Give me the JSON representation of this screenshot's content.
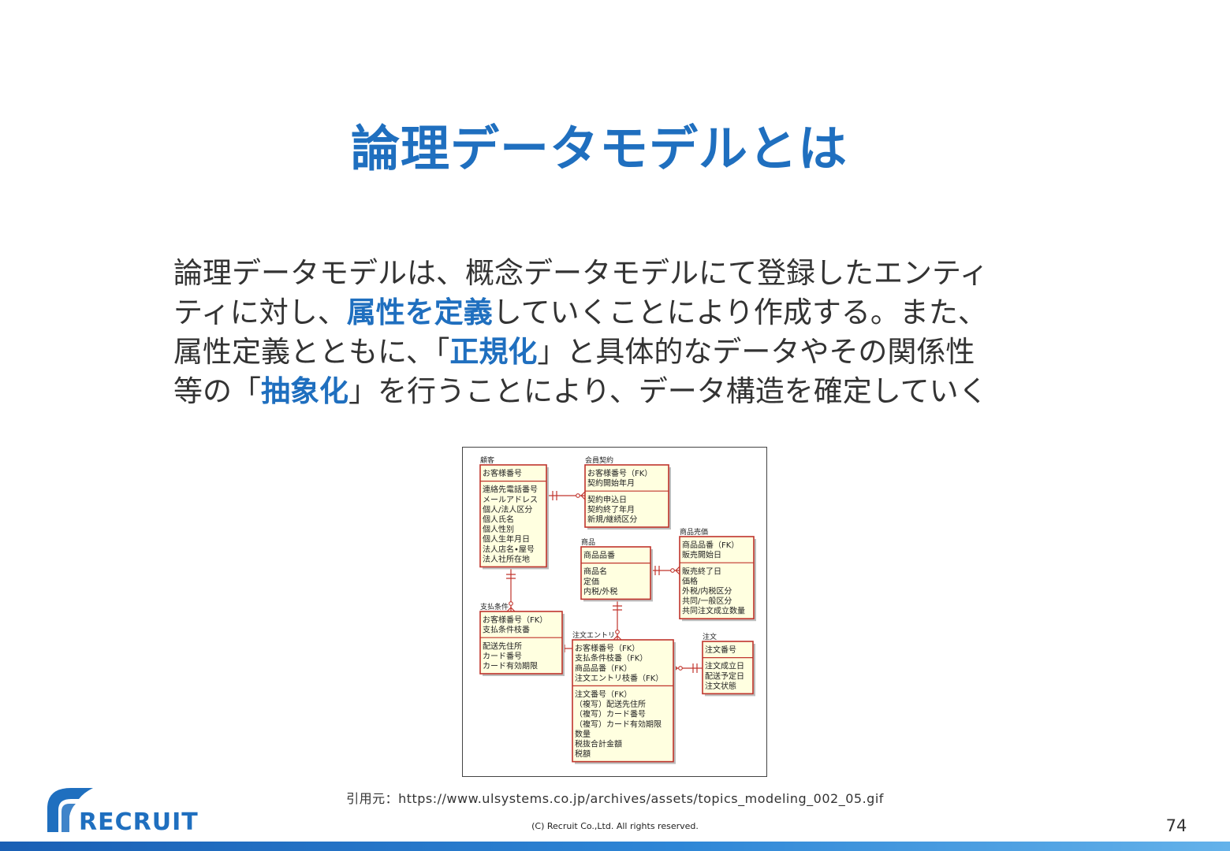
{
  "slide": {
    "title": "論理データモデルとは",
    "body_lines": [
      [
        {
          "text": "論理データモデルは、概念データモデルにて登録したエンティ",
          "highlight": false
        }
      ],
      [
        {
          "text": "ティに対し、",
          "highlight": false
        },
        {
          "text": "属性を定義",
          "highlight": true
        },
        {
          "text": "していくことにより作成する。また、",
          "highlight": false
        }
      ],
      [
        {
          "text": "属性定義とともに、「",
          "highlight": false
        },
        {
          "text": "正規化",
          "highlight": true
        },
        {
          "text": "」と具体的なデータやその関係性",
          "highlight": false
        }
      ],
      [
        {
          "text": "等の「",
          "highlight": false
        },
        {
          "text": "抽象化",
          "highlight": true
        },
        {
          "text": "」を行うことにより、データ構造を確定していく",
          "highlight": false
        }
      ]
    ],
    "citation": "引用元：https://www.ulsystems.co.jp/archives/assets/topics_modeling_002_05.gif",
    "copyright": "(C) Recruit Co.,Ltd. All rights reserved.",
    "page_number": "74",
    "logo_text": "RECRUIT",
    "colors": {
      "accent": "#1f6fbf",
      "entity_border": "#c0342c",
      "entity_fill": "#ffffe0"
    }
  },
  "erd": {
    "entities": [
      {
        "id": "customer",
        "label": "顧客",
        "keys": [
          "お客様番号"
        ],
        "attrs": [
          "連絡先電話番号",
          "メールアドレス",
          "個人/法人区分",
          "個人氏名",
          "個人性別",
          "個人生年月日",
          "法人店名•屋号",
          "法人社所在地"
        ]
      },
      {
        "id": "membership",
        "label": "会員契約",
        "keys": [
          "お客様番号（FK）",
          "契約開始年月"
        ],
        "attrs": [
          "契約申込日",
          "契約終了年月",
          "新規/継続区分"
        ]
      },
      {
        "id": "product",
        "label": "商品",
        "keys": [
          "商品品番"
        ],
        "attrs": [
          "商品名",
          "定価",
          "内税/外税"
        ]
      },
      {
        "id": "product_price",
        "label": "商品売価",
        "keys": [
          "商品品番（FK）",
          "販売開始日"
        ],
        "attrs": [
          "販売終了日",
          "価格",
          "外税/内税区分",
          "共同/一般区分",
          "共同注文成立数量"
        ]
      },
      {
        "id": "payment",
        "label": "支払条件",
        "keys": [
          "お客様番号（FK）",
          "支払条件枝番"
        ],
        "attrs": [
          "配送先住所",
          "カード番号",
          "カード有効期限"
        ]
      },
      {
        "id": "order_entry",
        "label": "注文エントリ",
        "keys": [
          "お客様番号（FK）",
          "支払条件枝番（FK）",
          "商品品番（FK）",
          "注文エントリ枝番（FK）"
        ],
        "attrs": [
          "注文番号（FK）",
          "（複写）配送先住所",
          "（複写）カード番号",
          "（複写）カード有効期限",
          "数量",
          "税抜合計金額",
          "税額"
        ]
      },
      {
        "id": "order",
        "label": "注文",
        "keys": [
          "注文番号"
        ],
        "attrs": [
          "注文成立日",
          "配送予定日",
          "注文状態"
        ]
      }
    ]
  }
}
